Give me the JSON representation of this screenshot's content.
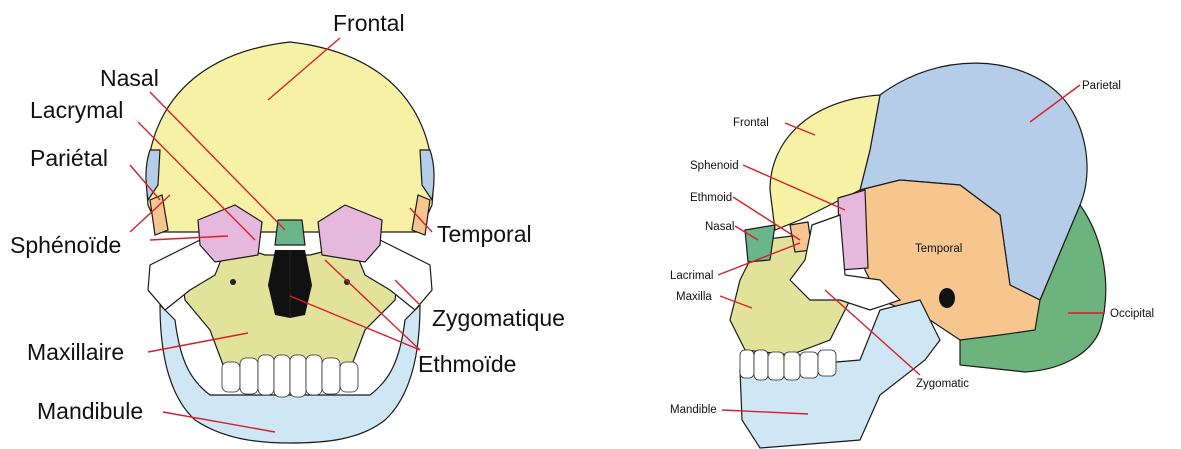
{
  "front_view": {
    "labels": {
      "frontal": "Frontal",
      "nasal": "Nasal",
      "lacrymal": "Lacrymal",
      "parietal": "Pariétal",
      "sphenoide": "Sphénoïde",
      "temporal": "Temporal",
      "zygomatique": "Zygomatique",
      "maxillaire": "Maxillaire",
      "ethmoide": "Ethmoïde",
      "mandibule": "Mandibule"
    }
  },
  "side_view": {
    "labels": {
      "frontal": "Frontal",
      "parietal": "Parietal",
      "sphenoid": "Sphenoid",
      "ethmoid": "Ethmoid",
      "nasal": "Nasal",
      "temporal": "Temporal",
      "lacrimal": "Lacrimal",
      "maxilla": "Maxilla",
      "occipital": "Occipital",
      "zygomatic": "Zygomatic",
      "mandible": "Mandible"
    }
  },
  "colors": {
    "frontal": "#f7f1a6",
    "parietal": "#b5cde9",
    "sphenoid": "#e6b8dc",
    "temporal": "#f7c68f",
    "nasal_ethmoid": "#6bb58a",
    "maxilla": "#e2e29a",
    "mandible": "#cfe6f4",
    "occipital": "#6db37d",
    "zygomatic": "#ffffff",
    "leader": "#d8202a"
  }
}
